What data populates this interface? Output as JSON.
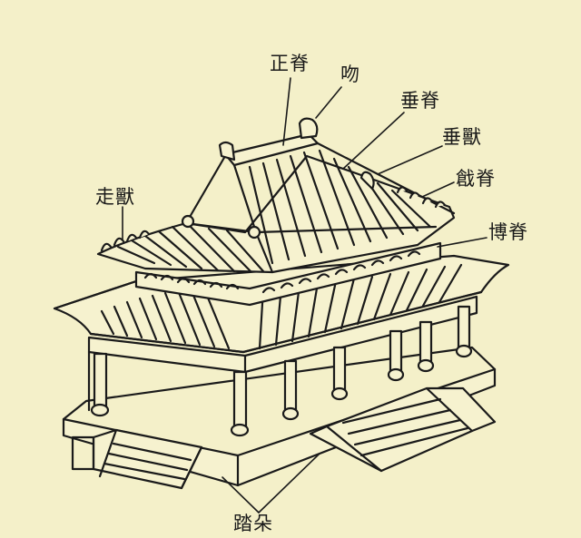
{
  "colors": {
    "paper": "#f4f0c9",
    "ink": "#1a1a1a"
  },
  "labels": [
    {
      "id": "zhengji",
      "text": "正脊"
    },
    {
      "id": "wen",
      "text": "吻"
    },
    {
      "id": "chuiji",
      "text": "垂脊"
    },
    {
      "id": "chuishou",
      "text": "垂獸"
    },
    {
      "id": "qiangji",
      "text": "戧脊"
    },
    {
      "id": "boji",
      "text": "博脊"
    },
    {
      "id": "zoushou",
      "text": "走獸"
    },
    {
      "id": "taduo",
      "text": "踏朵"
    }
  ]
}
